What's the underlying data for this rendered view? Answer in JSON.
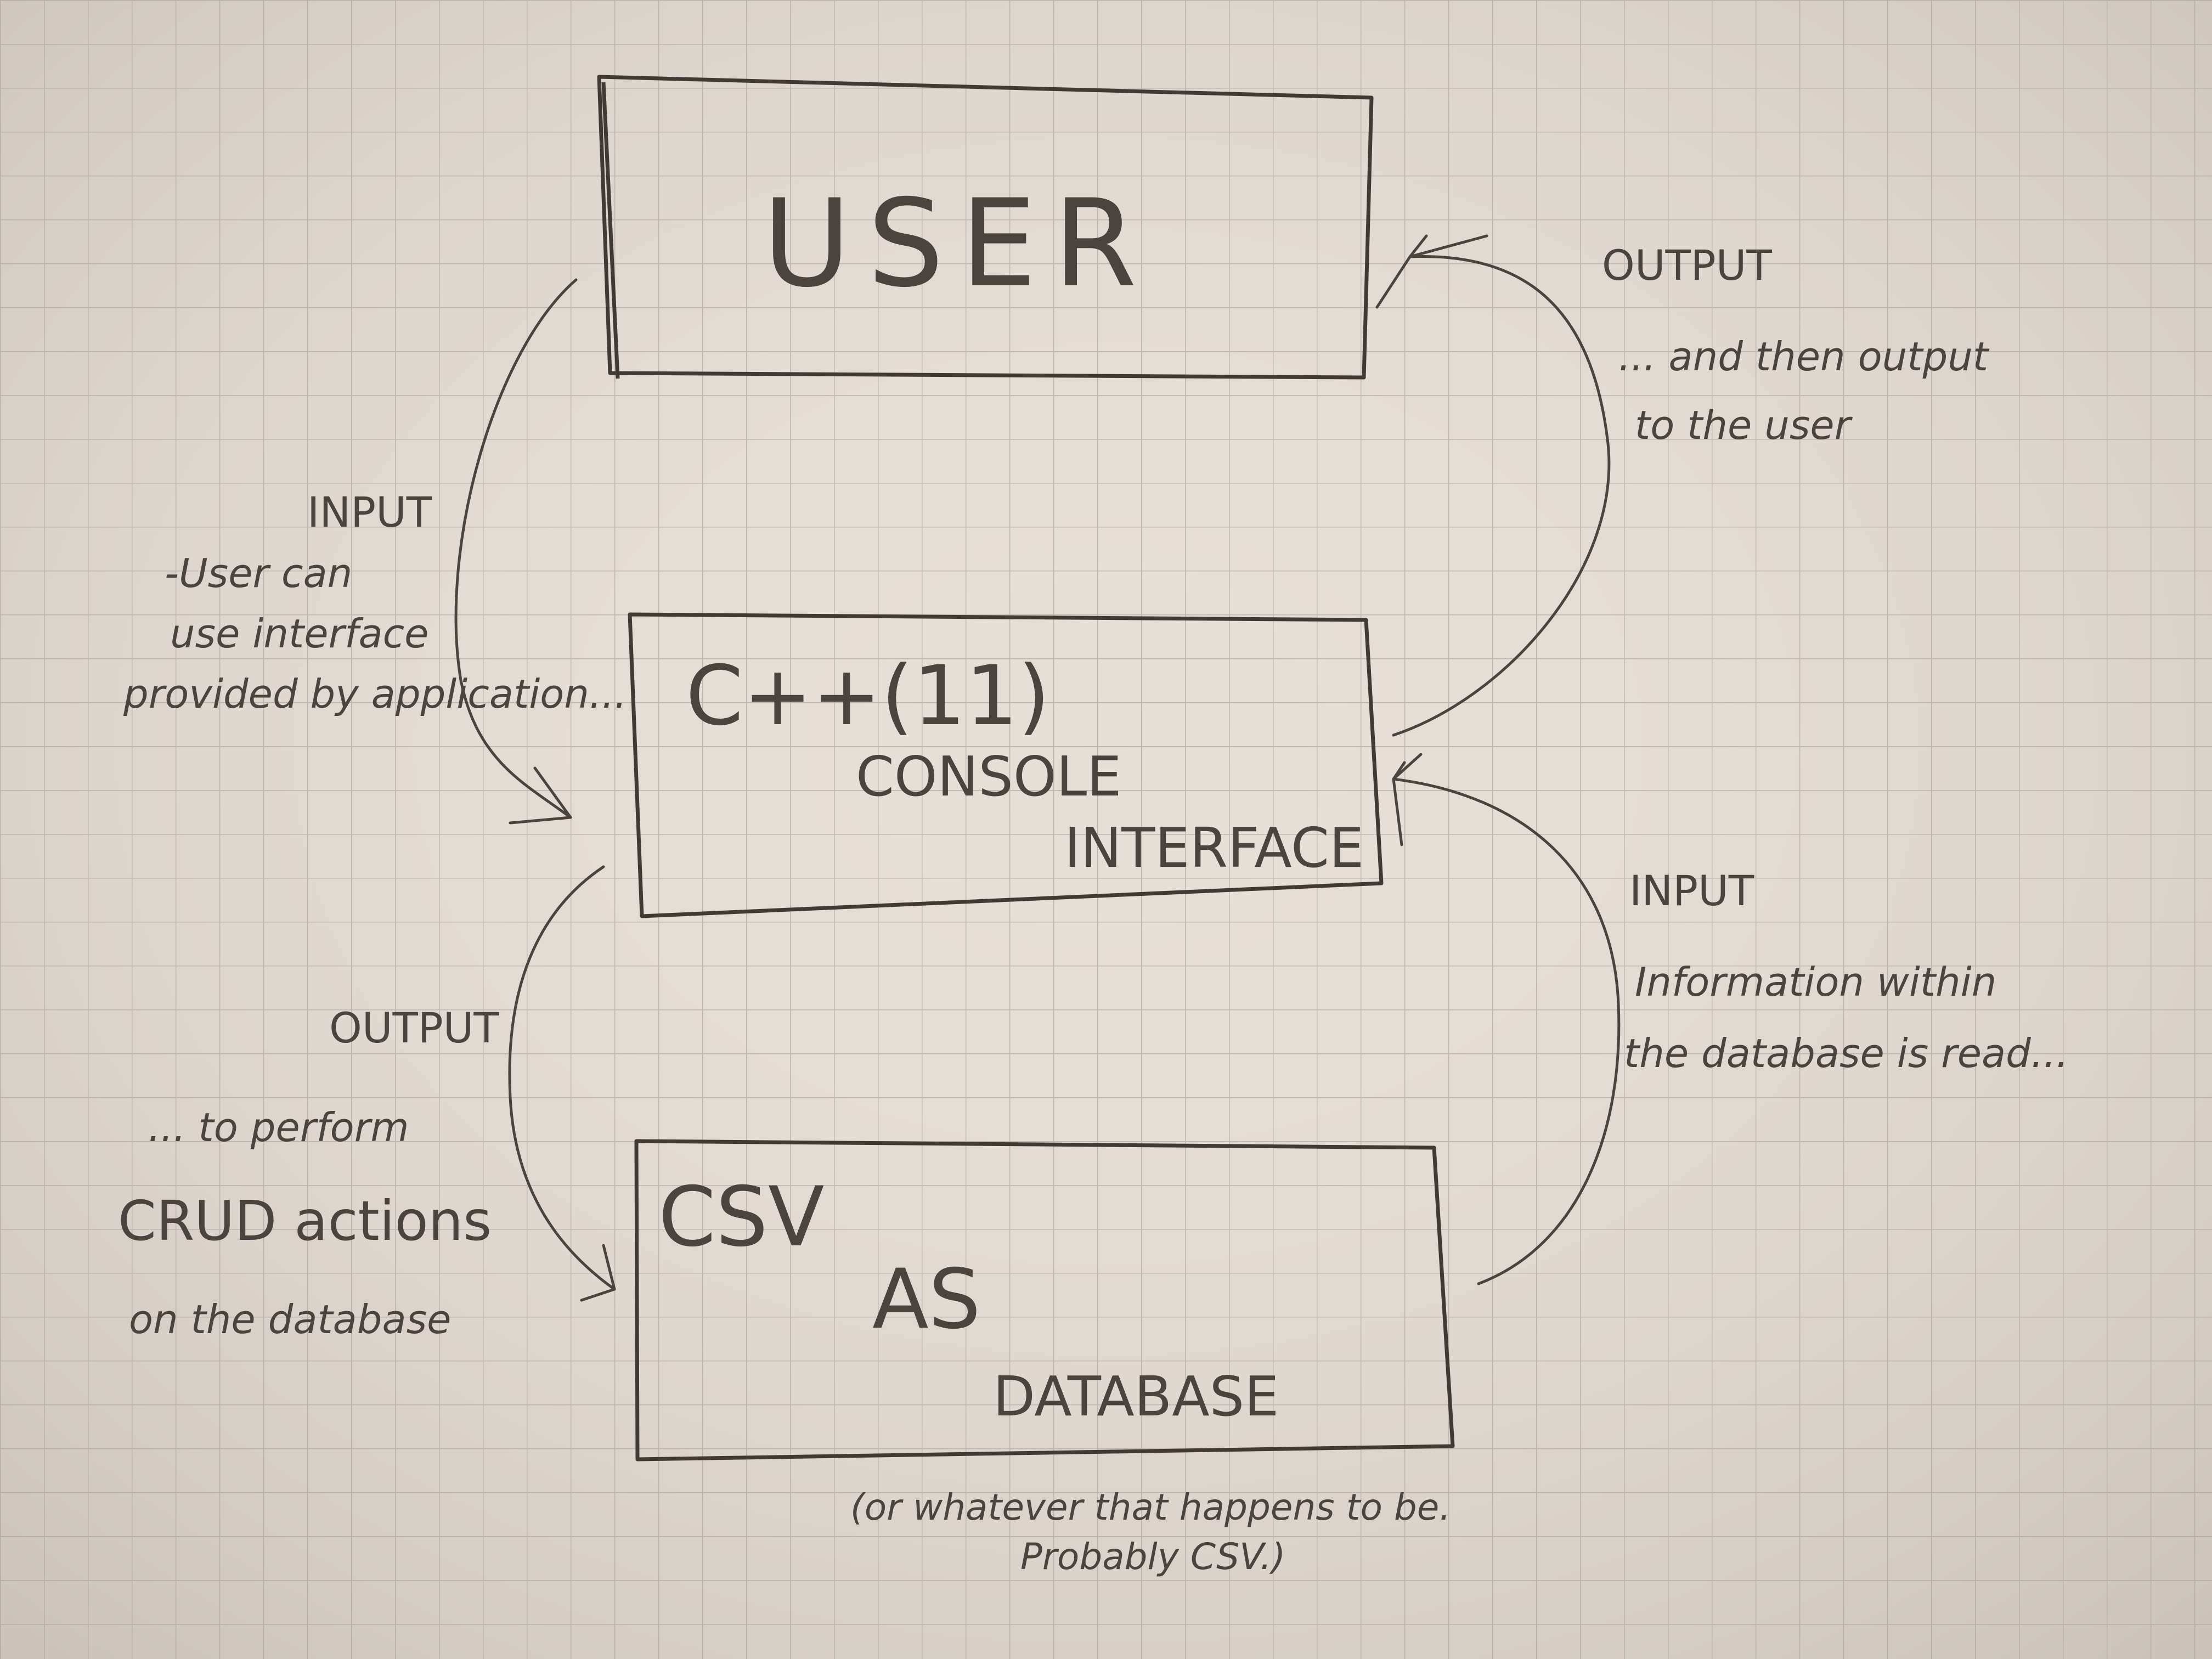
{
  "colors": {
    "paper": "#e6dfd7",
    "grid": "#b9b3ad",
    "ink": "#3f3a36"
  },
  "boxes": {
    "user": {
      "title": "USER"
    },
    "console": {
      "line1": "C++(11)",
      "line2": "CONSOLE",
      "line3": "INTERFACE"
    },
    "database": {
      "line1": "CSV",
      "line2": "AS",
      "line3": "DATABASE"
    }
  },
  "annotations": {
    "input_top": {
      "label": "INPUT",
      "lines": [
        "-User can",
        "use interface",
        "provided by application..."
      ]
    },
    "output_top": {
      "label": "OUTPUT",
      "lines": [
        "... and then output",
        "to the user"
      ]
    },
    "output_bottom": {
      "label": "OUTPUT",
      "lines": [
        "... to perform",
        "CRUD actions",
        "on the database"
      ]
    },
    "input_bottom": {
      "label": "INPUT",
      "lines": [
        "Information within",
        "the database is read..."
      ]
    },
    "db_note": {
      "lines": [
        "(or whatever that happens to be.",
        "Probably CSV.)"
      ]
    }
  }
}
